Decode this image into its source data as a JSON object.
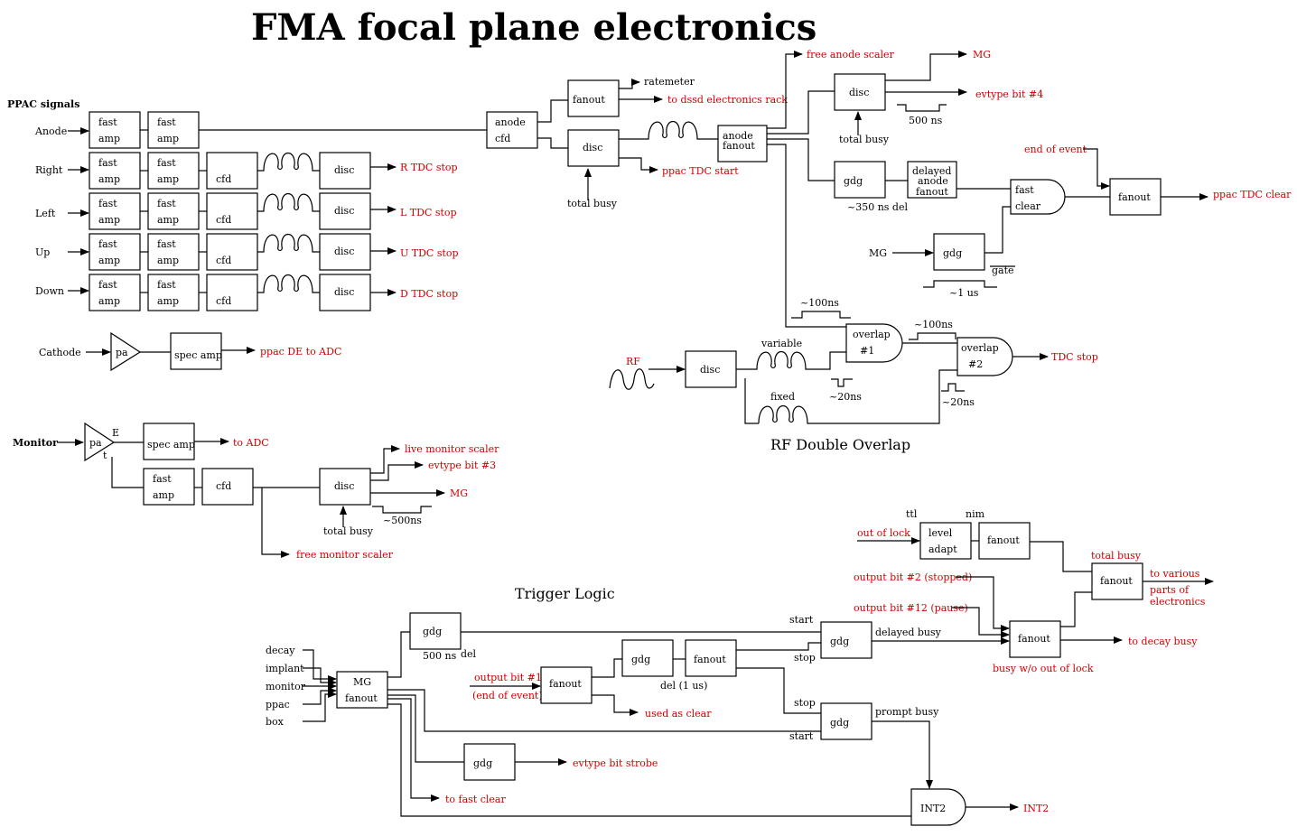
{
  "title": "FMA focal plane electronics",
  "sections": {
    "rf_double_overlap": "RF Double Overlap",
    "trigger_logic": "Trigger Logic"
  },
  "ppac": {
    "heading": "PPAC signals",
    "inputs": [
      "Anode",
      "Right",
      "Left",
      "Up",
      "Down",
      "Cathode"
    ],
    "fast_amp": [
      "fast",
      "amp"
    ],
    "cfd": "cfd",
    "disc": "disc",
    "pa": "pa",
    "spec_amp": "spec amp",
    "outputs": [
      "R TDC stop",
      "L TDC stop",
      "U TDC stop",
      "D TDC stop"
    ],
    "cathode_out": "ppac DE to ADC"
  },
  "anode_chain": {
    "anode_cfd": [
      "anode",
      "cfd"
    ],
    "fanout": "fanout",
    "ratemeter": "ratemeter",
    "to_dssd": "to dssd electronics rack",
    "disc": "disc",
    "ppac_tdc_start": "ppac TDC start",
    "total_busy": "total busy",
    "anode_fanout": [
      "anode",
      "fanout"
    ],
    "free_anode_scaler": "free anode scaler",
    "disc2": "disc",
    "mg_out": "MG",
    "evtype4": "evtype bit #4",
    "ns500": "500 ns",
    "total_busy2": "total busy",
    "gdg": "gdg",
    "del350": "~350 ns del",
    "delayed_anode_fanout": [
      "delayed",
      "anode",
      "fanout"
    ],
    "fast_clear": [
      "fast",
      "clear"
    ],
    "end_of_event": "end of event",
    "fanout2": "fanout",
    "ppac_tdc_clear": "ppac TDC clear",
    "mg_in": "MG",
    "gdg2": "gdg",
    "gate": "gate",
    "us1": "~1 us"
  },
  "rf": {
    "rf_in": "RF",
    "disc": "disc",
    "variable": "variable",
    "fixed": "fixed",
    "ns100a": "~100ns",
    "ns100b": "~100ns",
    "ns20a": "~20ns",
    "ns20b": "~20ns",
    "overlap1": [
      "overlap",
      "#1"
    ],
    "overlap2": [
      "overlap",
      "#2"
    ],
    "tdc_stop": "TDC stop"
  },
  "monitor": {
    "label": "Monitor",
    "pa": "pa",
    "e": "E",
    "t": "t",
    "spec_amp": "spec amp",
    "to_adc": "to ADC",
    "fast_amp": [
      "fast",
      "amp"
    ],
    "cfd": "cfd",
    "disc": "disc",
    "live_scaler": "live monitor scaler",
    "evtype3": "evtype bit #3",
    "mg": "MG",
    "ns500": "~500ns",
    "total_busy": "total busy",
    "free_scaler": "free monitor scaler"
  },
  "lock": {
    "ttl": "ttl",
    "nim": "nim",
    "out_of_lock": "out of lock",
    "level_adapt": [
      "level",
      "adapt"
    ],
    "fanout": "fanout",
    "total_busy": "total busy",
    "fanout2": "fanout",
    "to_various": [
      "to various",
      "parts of",
      "electronics"
    ],
    "output_bit2": "output bit #2 (stopped)",
    "output_bit12": "output bit #12 (pause)",
    "fanout3": "fanout",
    "to_decay_busy": "to decay busy",
    "busy_wo": "busy w/o out of lock"
  },
  "trigger": {
    "inputs": [
      "decay",
      "implant",
      "monitor",
      "ppac",
      "box"
    ],
    "mg_fanout": [
      "MG",
      "fanout"
    ],
    "gdg": "gdg",
    "ns500_del": [
      "500 ns",
      "del"
    ],
    "output_bit1": [
      "output bit #1",
      "(end of event)"
    ],
    "fanout": "fanout",
    "used_as_clear": "used as clear",
    "gdg2": "gdg",
    "fanout2": "fanout",
    "del_1us": "del (1 us)",
    "gdg3": "gdg",
    "gdg4": "gdg",
    "start": "start",
    "stop": "stop",
    "stop2": "stop",
    "start2": "start",
    "delayed_busy": "delayed busy",
    "prompt_busy": "prompt busy",
    "gdg5": "gdg",
    "evtype_strobe": "evtype bit strobe",
    "to_fast_clear": "to fast clear",
    "int2": "INT2",
    "int2_out": "INT2"
  }
}
